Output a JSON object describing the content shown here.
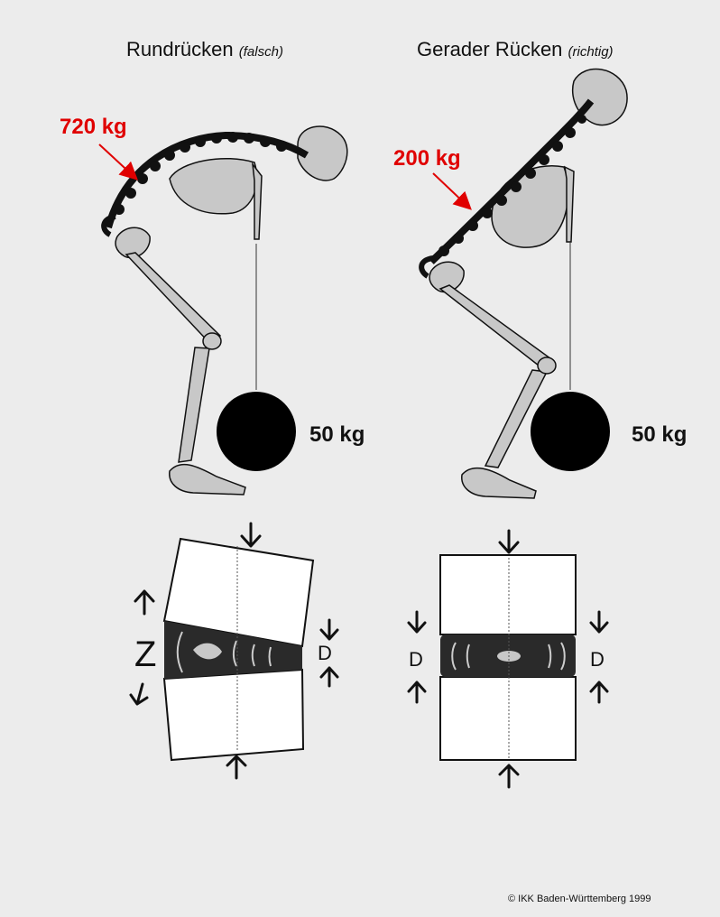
{
  "left": {
    "title": "Rundrücken",
    "title_note": "(falsch)",
    "force_label": "720 kg",
    "weight_label": "50 kg",
    "disc_label_top": "Z",
    "disc_label_side": "D"
  },
  "right": {
    "title": "Gerader Rücken",
    "title_note": "(richtig)",
    "force_label": "200 kg",
    "weight_label": "50 kg",
    "disc_label_left": "D",
    "disc_label_right": "D"
  },
  "copyright": "© IKK Baden-Württemberg 1999",
  "colors": {
    "background": "#ececec",
    "bone": "#c8c8c8",
    "outline": "#111111",
    "force": "#e00000",
    "weight": "#000000",
    "disc": "#2a2a2a"
  },
  "icons": [
    "force-arrow-icon",
    "compression-arrow-icon",
    "expansion-arrow-icon"
  ]
}
